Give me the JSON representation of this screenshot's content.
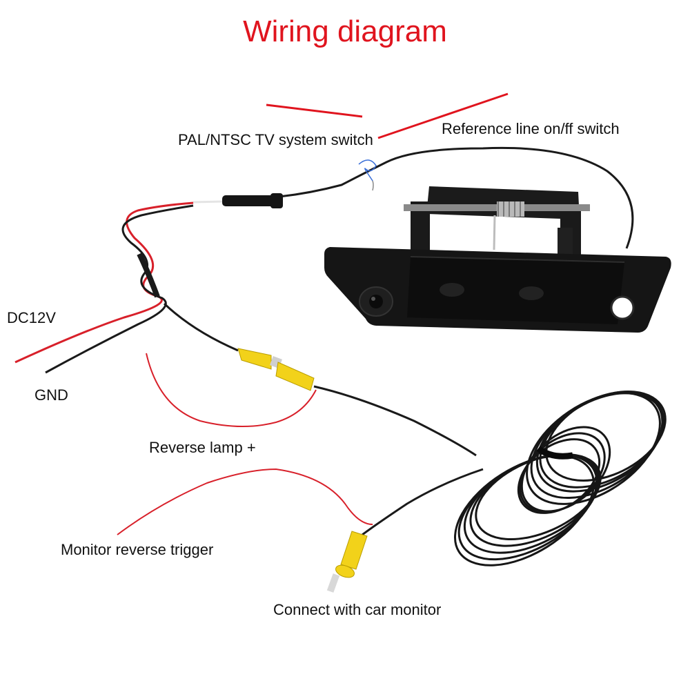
{
  "title": "Wiring diagram",
  "labels": {
    "pal_ntsc": "PAL/NTSC TV system switch",
    "reference_line": "Reference line on/ff switch",
    "dc12v": "DC12V",
    "gnd": "GND",
    "reverse_lamp": "Reverse lamp +",
    "monitor_trigger": "Monitor reverse trigger",
    "connect_monitor": "Connect with car monitor"
  },
  "colors": {
    "title": "#e0141e",
    "pointer_line": "#e0141e",
    "red_wire": "#d8202a",
    "black_wire": "#1a1a1a",
    "rca_yellow": "#f2d21a",
    "handle_body": "#151515",
    "text": "#111111"
  }
}
